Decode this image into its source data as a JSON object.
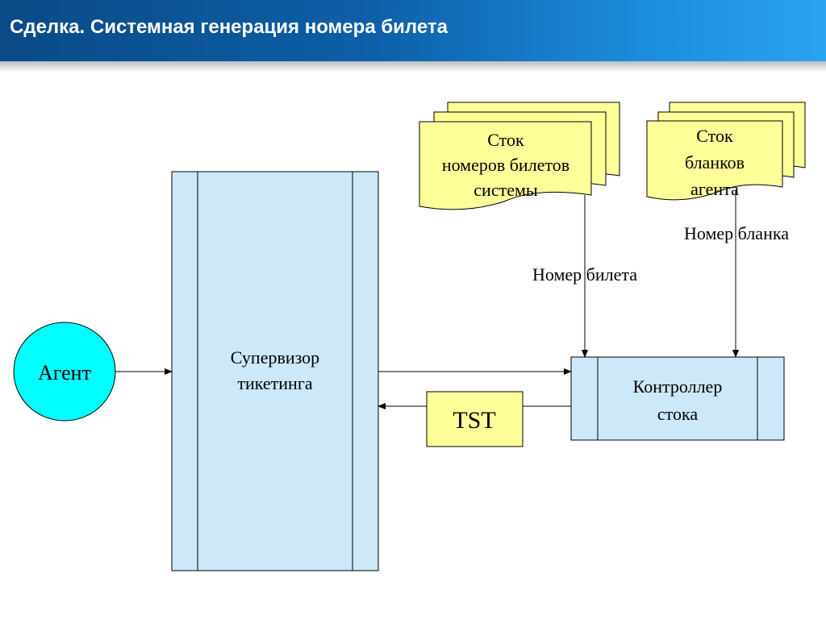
{
  "slide": {
    "title": "Сделка. Системная генерация номера билета"
  },
  "diagram": {
    "agent": "Агент",
    "supervisor": [
      "Супервизор",
      "тикетинга"
    ],
    "controller": [
      "Контроллер",
      "стока"
    ],
    "tst": "TST",
    "stock_tickets": [
      "Сток",
      "номеров билетов",
      "системы"
    ],
    "stock_blanks": [
      "Сток",
      "бланков",
      "агента"
    ],
    "label_ticket_number": "Номер билета",
    "label_blank_number": "Номер бланка"
  },
  "colors": {
    "title_bar": "#0d5fa8",
    "process_fill": "#cce8f9",
    "document_fill": "#ffff99",
    "agent_fill": "#00ffff",
    "tst_fill": "#ffff99"
  }
}
